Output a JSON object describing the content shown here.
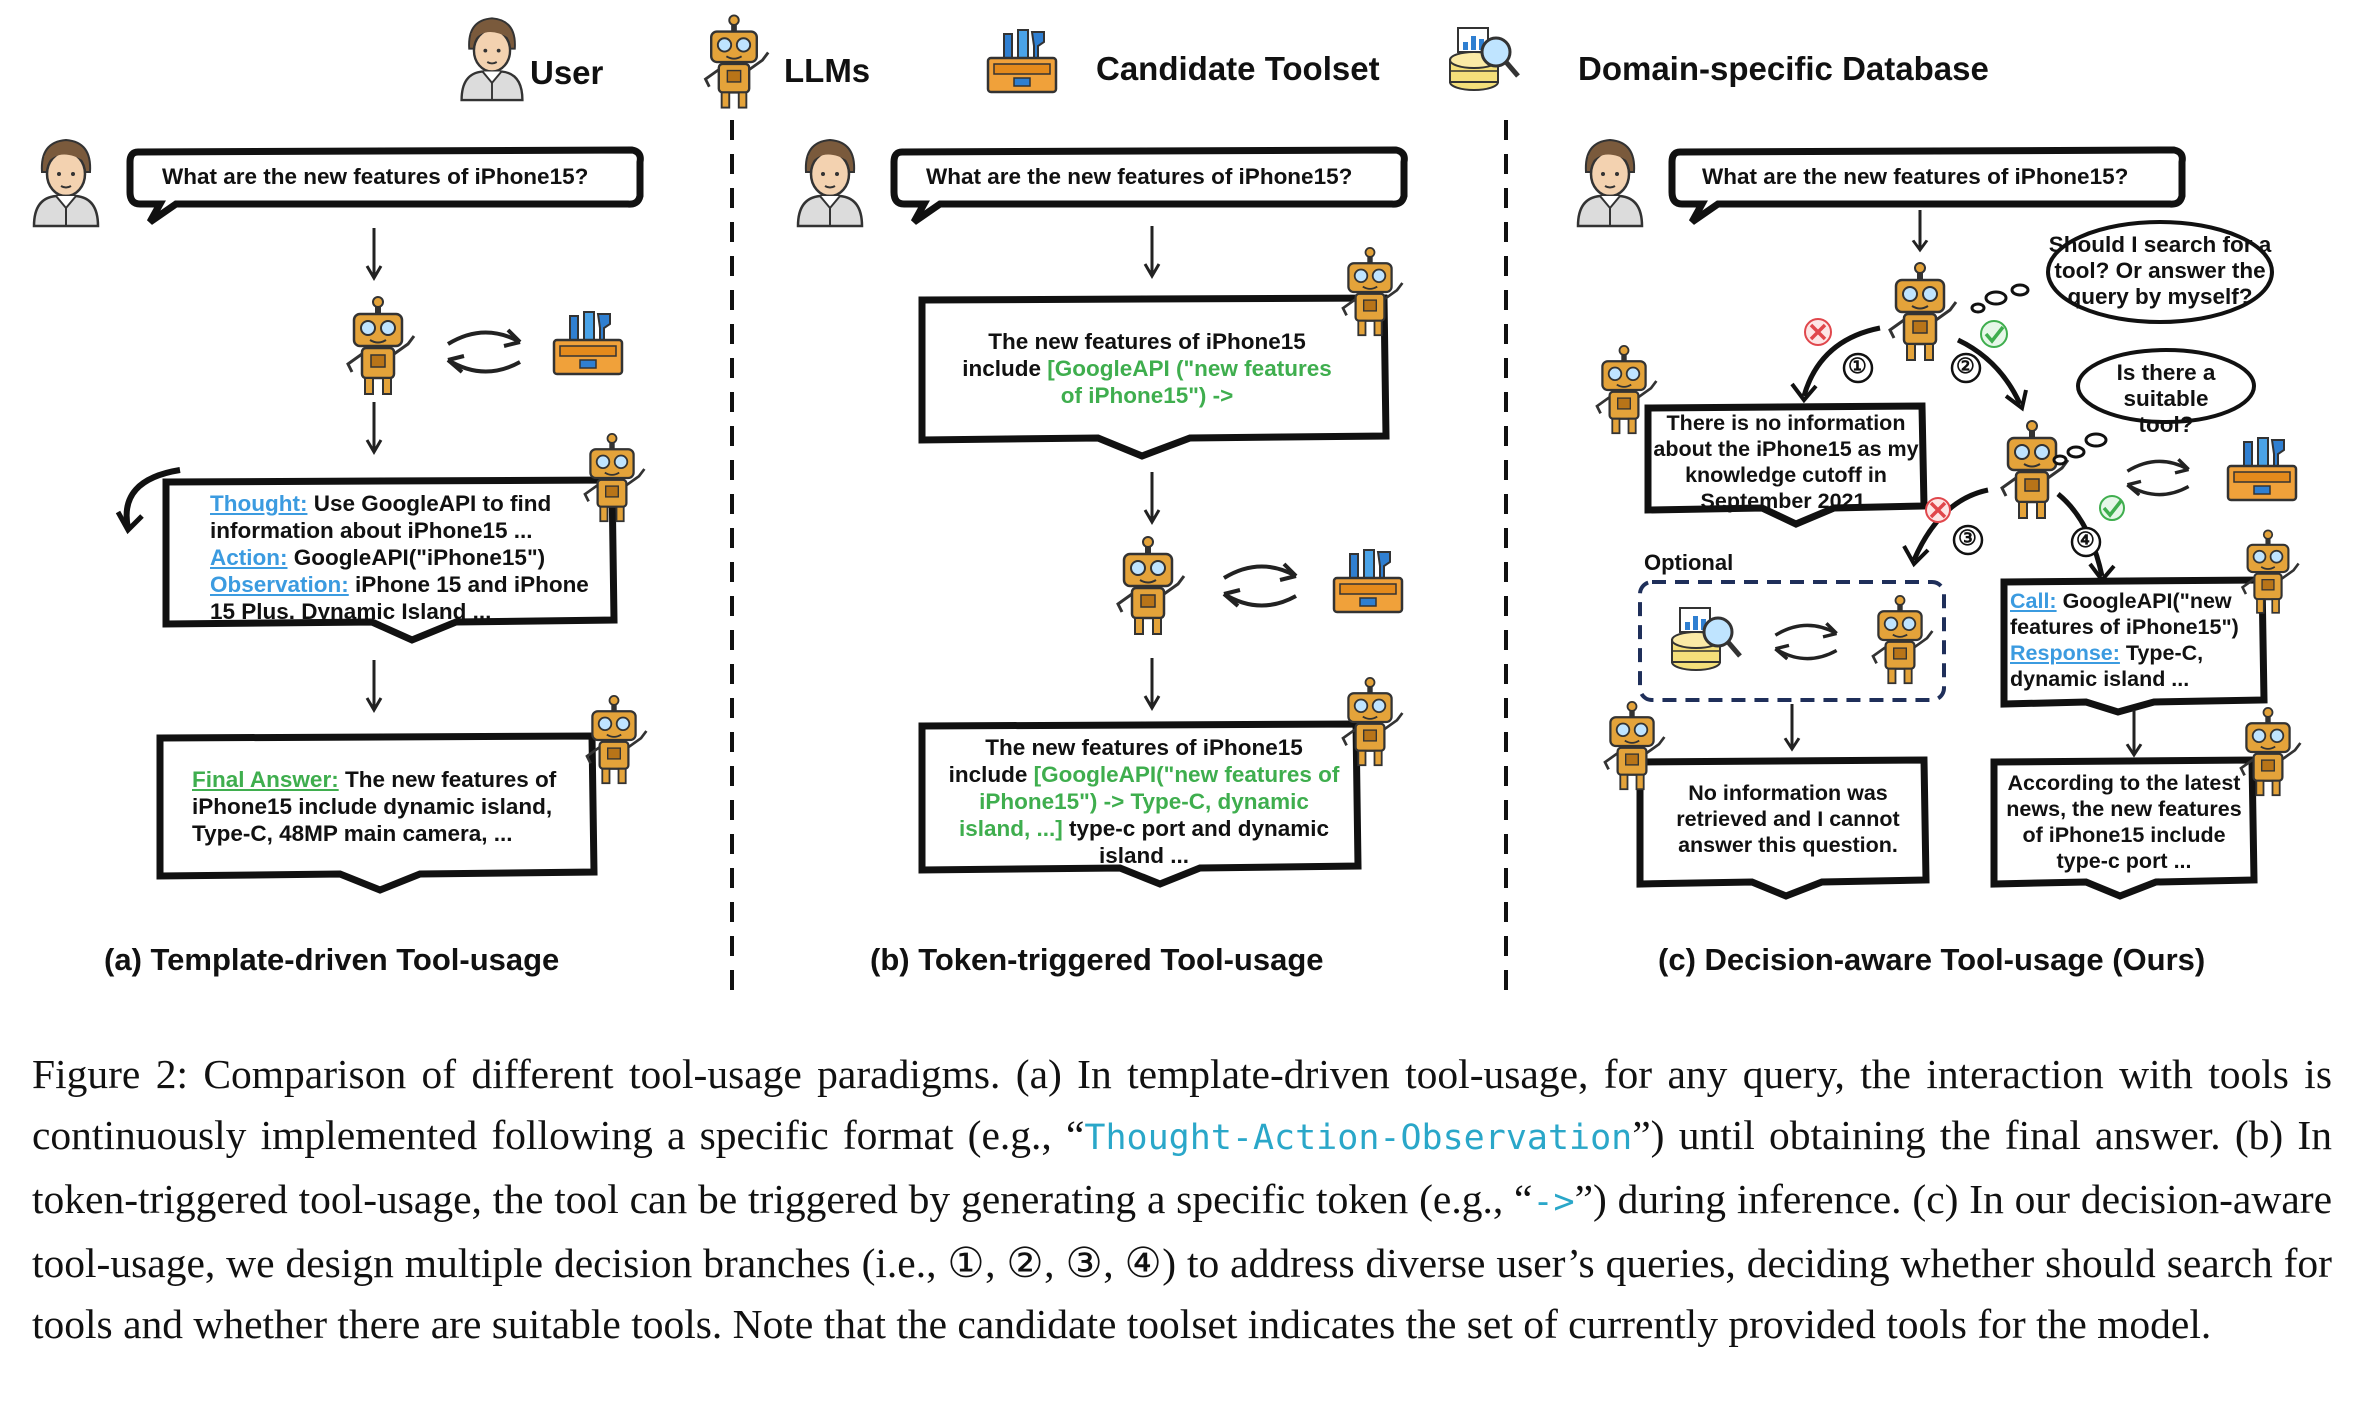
{
  "legend": {
    "user": "User",
    "llms": "LLMs",
    "toolset": "Candidate Toolset",
    "database": "Domain-specific Database"
  },
  "panel_a": {
    "query": "What are the new features of iPhone15?",
    "thought_label": "Thought:",
    "thought_text": " Use GoogleAPI to find information about iPhone15 ...",
    "action_label": "Action:",
    "action_text": " GoogleAPI(\"iPhone15\")",
    "observation_label": "Observation:",
    "observation_text": " iPhone 15 and iPhone 15 Plus. Dynamic Island ...",
    "final_label": "Final Answer:",
    "final_text": " The new features of iPhone15 include dynamic island, Type-C, 48MP main camera, ...",
    "caption": "(a) Template-driven Tool-usage"
  },
  "panel_b": {
    "query": "What are the new features of iPhone15?",
    "first_plain": "The new features of iPhone15 include ",
    "first_green": "[GoogleAPI (\"new features of iPhone15\") ->",
    "second_plain_1": "The new features of iPhone15 include ",
    "second_green": "[GoogleAPI(\"new features of iPhone15\") -> Type-C, dynamic island, ...]",
    "second_plain_2": " type-c port and dynamic island ...",
    "caption": "(b) Token-triggered Tool-usage"
  },
  "panel_c": {
    "query": "What are the new features of iPhone15?",
    "thought_1": "Should I search for a tool? Or answer the query by myself?",
    "thought_2": "Is there a suitable tool?",
    "branch_1": "①",
    "branch_2": "②",
    "branch_3": "③",
    "branch_4": "④",
    "no_info": "There is no information about the iPhone15 as my knowledge cutoff in September 2021.",
    "optional": "Optional",
    "call_label": "Call:",
    "call_text": " GoogleAPI(\"new features of iPhone15\")",
    "response_label": "Response:",
    "response_text": " Type-C, dynamic island ...",
    "cannot_answer": "No information was retrieved and I cannot answer this question.",
    "final": "According to the latest news, the new features of iPhone15 include type-c port ...",
    "caption": "(c) Decision-aware Tool-usage (Ours)"
  },
  "caption": {
    "p1": "Figure 2: Comparison of different tool-usage paradigms. (a) In template-driven tool-usage, for any query, the interaction with tools is continuously implemented following a specific format (e.g., “",
    "code1": "Thought-Action-Observation",
    "p2": "”) until obtaining the final answer. (b) In token-triggered tool-usage, the tool can be triggered by generating a specific token (e.g., “",
    "code2": "->",
    "p3": "”) during inference. (c) In our decision-aware tool-usage, we design multiple decision branches (i.e., ①, ②, ③, ④) to address diverse user’s queries, deciding whether should search for tools and whether there are suitable tools. Note that the candidate toolset indicates the set of currently provided tools for the model."
  },
  "colors": {
    "robot": "#e4a33a",
    "robot_dark": "#b87418",
    "toolbox": "#f0a13a",
    "blue": "#3b9be0",
    "green": "#3fae4e",
    "red": "#e0474c",
    "dashed_box": "#1f2f5a"
  }
}
